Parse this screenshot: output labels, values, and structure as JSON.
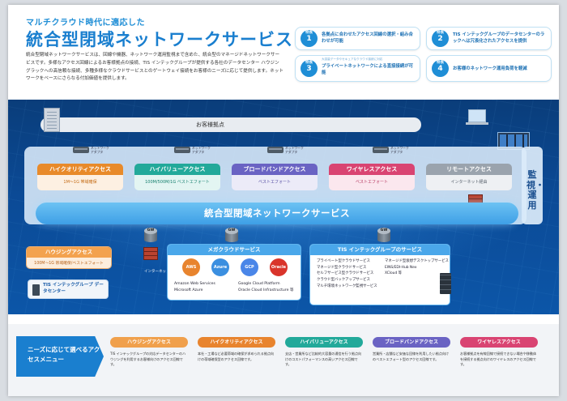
{
  "header": {
    "kicker": "マルチクラウド時代に適応した",
    "title": "統合型閉域ネットワークサービス",
    "description": "統合型閉域ネットワークサービスは、回線や機器、ネットワーク運用監視まで含めた、統合型のマネージドネットワークサービスです。多様なアクセス回線によるお客様拠点の接続、TIS インテックグループが提供する各社のデータセンター ハウジングラックへの高信頼な接続、多種多様なクラウドサービスとのゲートウェイ接続をお客様のニーズに応じて提供します。ネットワークをベースにさらなる付加価値を提供します。"
  },
  "features": [
    {
      "small": "特長",
      "num": "1",
      "text": "各拠点に合わせたアクセス回線の選択・組み合わせが可能",
      "sub": ""
    },
    {
      "small": "特長",
      "num": "2",
      "text": "TIS インテックグループのデータセンターのラックへは冗長化されたアクセスを提供",
      "sub": ""
    },
    {
      "small": "特長",
      "num": "3",
      "text": "プライベートネットワークによる直接接続が可能",
      "sub": "大容量データやセキュアなクラウド接続に対応"
    },
    {
      "small": "特長",
      "num": "4",
      "text": "お客様のネットワーク運用負荷を軽減",
      "sub": ""
    }
  ],
  "network": {
    "hq": "お客様拠点",
    "adapter": "ネットワーク アダプタ",
    "monitoring": "監視・運用",
    "band": "統合型閉域ネットワークサービス",
    "internet": "インターネット接続",
    "gw": "GW",
    "services": [
      {
        "name": "ハイクオリティアクセス",
        "detail": "1M〜1G 帯域確保"
      },
      {
        "name": "ハイバリューアクセス",
        "detail": "100M/500M/1G ベストエフォート"
      },
      {
        "name": "ブロードバンドアクセス",
        "detail": "ベストエフォート"
      },
      {
        "name": "ワイヤレスアクセス",
        "detail": "ベストエフォート"
      },
      {
        "name": "リモートアクセス",
        "detail": "インターネット経由"
      }
    ],
    "housing": {
      "name": "ハウジングアクセス",
      "detail": "100M〜1G 帯域確保/ベストエフォート"
    },
    "datacenter": "TIS インテックグループ データセンター",
    "megacloud": {
      "title": "メガクラウドサービス",
      "logos": [
        "AWS",
        "Azure",
        "GCP",
        "Oracle"
      ],
      "items": [
        "Amazon Web Services",
        "Microsoft Azure",
        "Google Cloud Platform",
        "Oracle Cloud Infrastructure 等"
      ]
    },
    "tis": {
      "title": "TIS インテックグループのサービス",
      "left": [
        "プライベート型クラウドサービス",
        "マネージド型クラウドサービス",
        "セルフサービス型クラウドサービス",
        "クラウド型バックアップサービス",
        "マルチ環境ネットワーク監視サービス"
      ],
      "right": [
        "マネージド型仮想デスクトップサービス",
        "EINS/EDI-Hub Nex",
        "XCloud 等"
      ]
    }
  },
  "menu": {
    "title": "ニーズに応じて選べるアクセスメニュー",
    "items": [
      {
        "name": "ハウジングアクセス",
        "text": "TIS インテックグループの対応データセンターのハウジングを利用するお客様向けのアクセス回線です。"
      },
      {
        "name": "ハイクオリティアクセス",
        "text": "本社・工場など必要帯域の確保が求められる拠点向けの帯域確保型のアクセス回線です。"
      },
      {
        "name": "ハイバリューアクセス",
        "text": "支店・営業所など比較的大容量の通信を行う拠点向けのコストパフォーマンスの高いアクセス回線です。"
      },
      {
        "name": "ブロードバンドアクセス",
        "text": "営業所・店舗など安価な回線を利用したい拠点向けのベストエフォート型のアクセス回線です。"
      },
      {
        "name": "ワイヤレスアクセス",
        "text": "お客様拠点を有線回線で接続できない場合や移動体を接続する拠点向けのワイヤレスのアクセス回線です。"
      }
    ]
  }
}
